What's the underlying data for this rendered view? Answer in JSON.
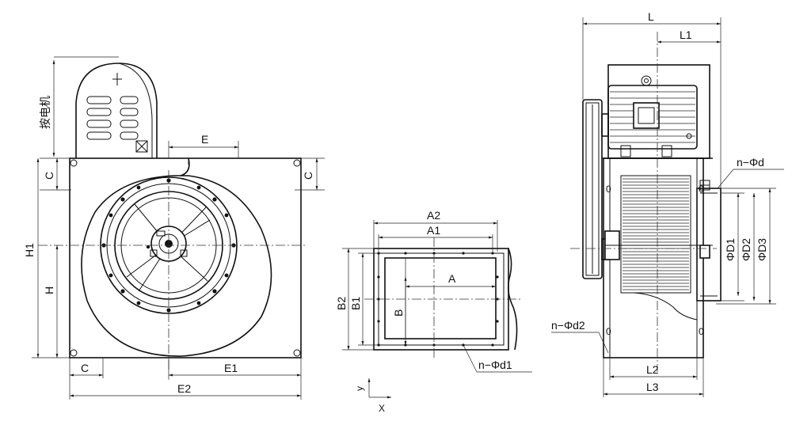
{
  "left_view": {
    "motor_note": "按电机",
    "dims": {
      "E": "E",
      "C_top_left": "C",
      "C_top_right": "C",
      "H1": "H1",
      "H": "H",
      "C_bottom": "C",
      "E1": "E1",
      "E2": "E2"
    }
  },
  "middle_view": {
    "dims": {
      "A2": "A2",
      "A1": "A1",
      "A": "A",
      "B2": "B2",
      "B1": "B1",
      "B": "B",
      "holes": "n−Φd1",
      "axis_y": "y",
      "axis_x": "X"
    }
  },
  "right_view": {
    "dims": {
      "L": "L",
      "L1": "L1",
      "holes_d": "n−Φd",
      "D1": "ΦD1",
      "D2": "ΦD2",
      "D3": "ΦD3",
      "holes_d2": "n−Φd2",
      "L2": "L2",
      "L3": "L3"
    }
  },
  "colors": {
    "line": "#111111",
    "background": "#ffffff"
  }
}
